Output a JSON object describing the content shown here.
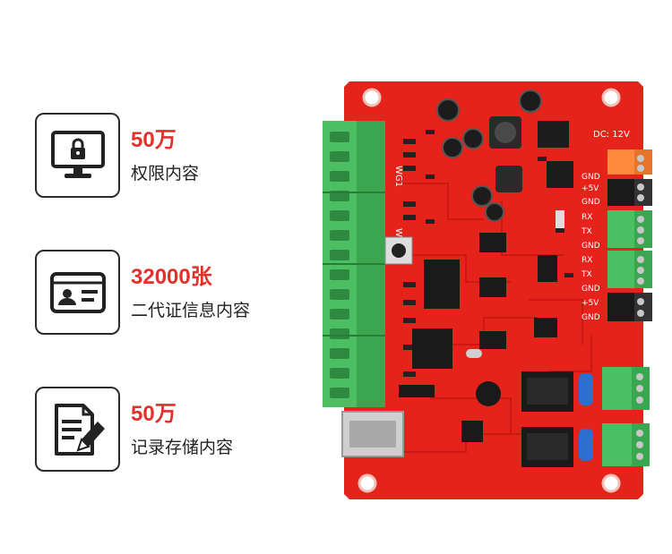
{
  "features": [
    {
      "value": "50万",
      "label": "权限内容",
      "icon": "monitor-lock-icon"
    },
    {
      "value": "32000张",
      "label": "二代证信息内容",
      "icon": "id-card-icon"
    },
    {
      "value": "50万",
      "label": "记录存储内容",
      "icon": "document-pen-icon"
    }
  ],
  "board": {
    "power_label": "DC: 12V",
    "wg1": "WG1",
    "wg2": "WG2",
    "pins": [
      "GND",
      "+5V",
      "GND",
      "RX",
      "TX",
      "GND",
      "RX",
      "TX",
      "GND",
      "+5V",
      "GND"
    ]
  },
  "colors": {
    "accent": "#e0312c",
    "pcb": "#e5231b",
    "terminal": "#4cbf62",
    "black_terminal": "#1a1a1a"
  }
}
